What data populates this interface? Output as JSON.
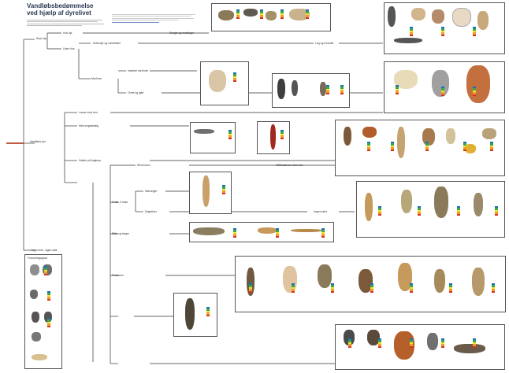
{
  "header": {
    "title_line1": "Vandløbsbedømmelse",
    "title_line2": "ved hjælp af dyrelivet"
  },
  "colors": {
    "root_line": "#b5452a",
    "tree_line": "#333333",
    "accent_title": "#2d3a55",
    "meter": [
      "#1f6fb5",
      "#3aa84a",
      "#f2e22a",
      "#f29a2a",
      "#d6321f"
    ]
  },
  "tree": {
    "root": "Vandløbs-dyr",
    "node_skal": "Skal, dyr",
    "node_hus": "Hus dyr",
    "node_uden_hus": "Uden hus",
    "node_med_ben": "Med ben",
    "node_ingen_ben": "Ingen ben, ingen skal",
    "branch_snegle": "Snegle og muslinger",
    "branch_krebs": "Krebsdyr og vandmider",
    "branch_insekt": "Insekter med ben",
    "branch_orm": "Orme og igler",
    "branch_larver": "Larver med ben",
    "branch_vinger": "Med vingeanlæg",
    "branch_gaeller": "Gæller på bagkrop",
    "branch_haler": "2 eller 3 haler",
    "branch_ingen_haler": "Ingen haler",
    "branch_vaarfluer": "Vårfluelarver uden hus",
    "branch_kokon": "Med kokon",
    "branch_slore": "Slørvinger",
    "branch_doegn": "Døgnfluer",
    "branch_biller": "Biller og tæger",
    "branch_fluer": "Fluelarver",
    "branch_leg": "Leg og hovedet"
  },
  "legend": {
    "heading": "Forureningsgrad"
  }
}
